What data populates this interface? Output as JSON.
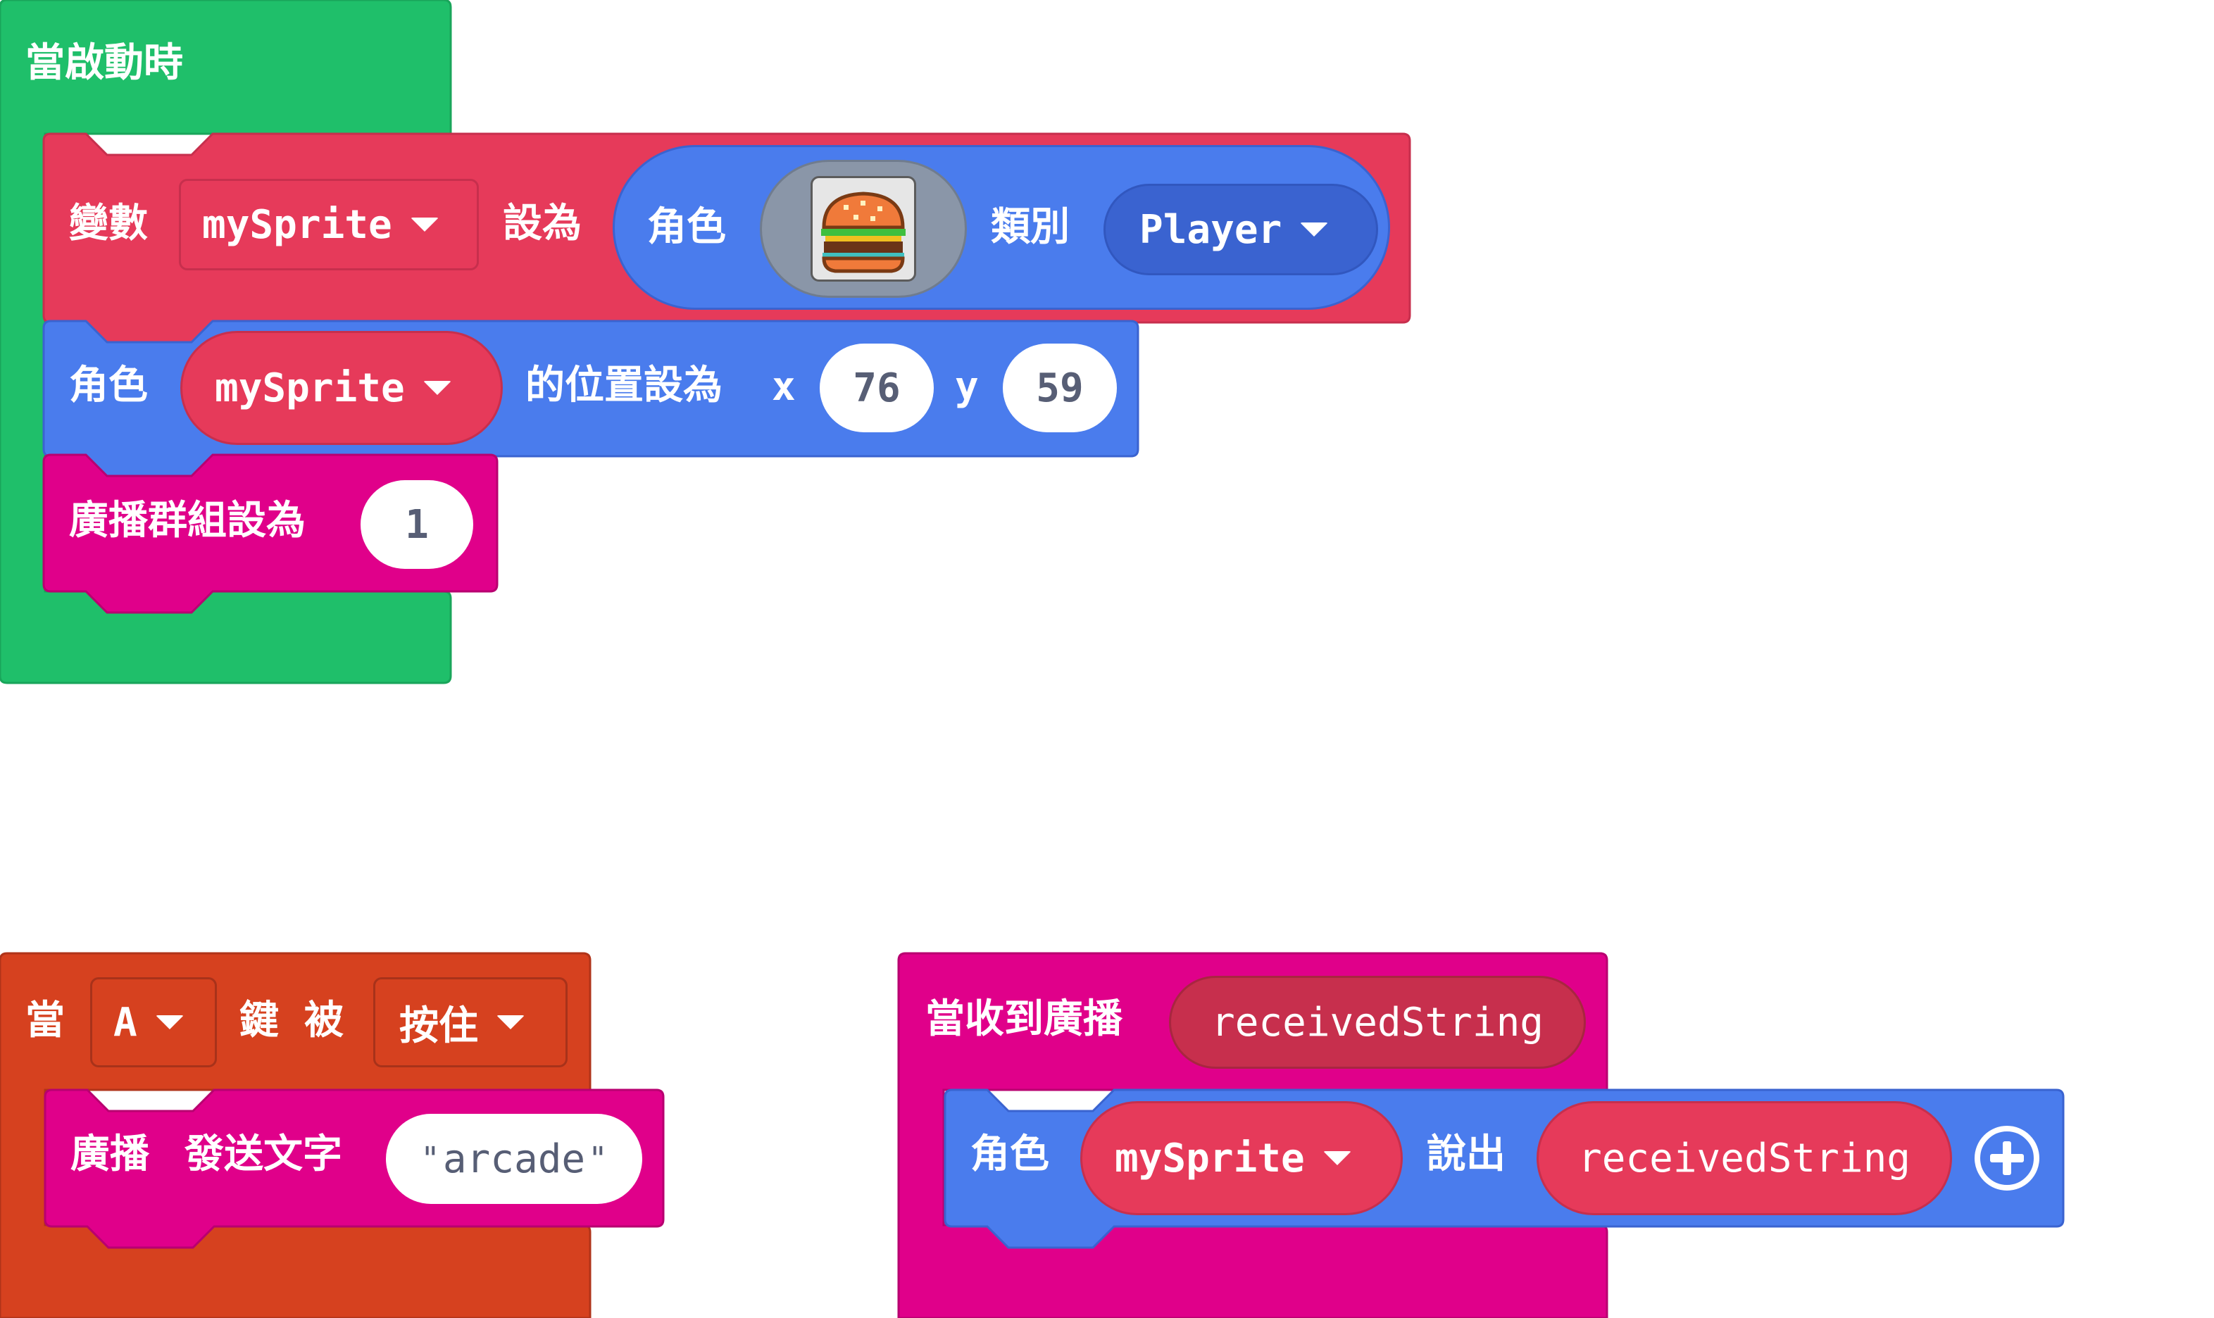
{
  "colors": {
    "loops_green": "#1fbf6a",
    "variables_red": "#e63a5a",
    "sprites_blue": "#4a7ced",
    "sprites_dark_blue": "#3a63d0",
    "network_magenta": "#e0008a",
    "controller_orange": "#d6411f"
  },
  "on_start": {
    "hat_label": "當啟動時",
    "set_var": {
      "label": "變數",
      "variable": "mySprite",
      "set_to": "設為",
      "sprite_label": "角色",
      "image_icon": "burger-sprite-icon",
      "kind_label": "類別",
      "kind_value": "Player"
    },
    "set_position": {
      "label": "角色",
      "variable": "mySprite",
      "middle": "的位置設為",
      "x_label": "x",
      "x_value": "76",
      "y_label": "y",
      "y_value": "59"
    },
    "set_group": {
      "label": "廣播群組設為",
      "value": "1"
    }
  },
  "on_button": {
    "prefix": "當",
    "button": "A",
    "key_label": "鍵",
    "by_label": "被",
    "event": "按住",
    "send": {
      "label": "廣播",
      "label2": "發送文字",
      "quote_open": "\"",
      "value": "arcade",
      "quote_close": "\""
    }
  },
  "on_received": {
    "label": "當收到廣播",
    "param": "receivedString",
    "say": {
      "label": "角色",
      "variable": "mySprite",
      "say_label": "說出",
      "value": "receivedString",
      "add_icon": "plus-circle-icon"
    }
  }
}
